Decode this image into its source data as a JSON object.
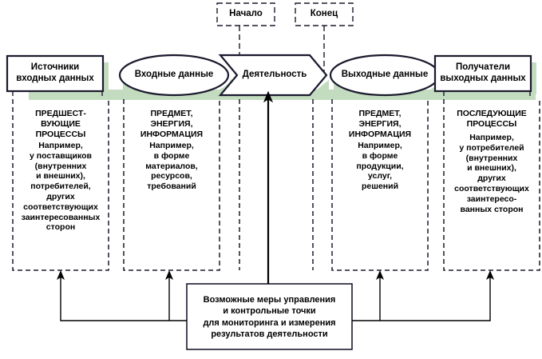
{
  "diagram": {
    "title": "Process model diagram",
    "colors": {
      "stroke": "#1a1a2e",
      "thin_stroke": "#000000",
      "shadow_green": "#c3dcc0",
      "background": "#ffffff"
    },
    "terminals": [
      {
        "id": "start",
        "label": "Начало"
      },
      {
        "id": "end",
        "label": "Конец"
      }
    ],
    "top_row": [
      {
        "id": "input-sources",
        "shape": "rect",
        "label": "Источники\nвходных данных"
      },
      {
        "id": "inputs",
        "shape": "ellipse",
        "label": "Входные данные"
      },
      {
        "id": "activity",
        "shape": "chevron",
        "label": "Деятельность"
      },
      {
        "id": "outputs",
        "shape": "ellipse",
        "label": "Выходные данные"
      },
      {
        "id": "output-receivers",
        "shape": "rect",
        "label": "Получатели\nвыходных данных"
      }
    ],
    "columns": [
      {
        "id": "preceding-processes",
        "heading": "ПРЕДШЕСТ-\nВУЮЩИЕ\nПРОЦЕССЫ",
        "body": "Например,\nу поставщиков\n(внутренних\nи внешних),\nпотребителей,\nдругих\nсоответствующих\nзаинтересованных\nсторон"
      },
      {
        "id": "input-matter",
        "heading": "ПРЕДМЕТ,\nЭНЕРГИЯ,\nИНФОРМАЦИЯ",
        "body": "Например,\nв форме\nматериалов,\nресурсов,\nтребований"
      },
      {
        "id": "output-matter",
        "heading": "ПРЕДМЕТ,\nЭНЕРГИЯ,\nИНФОРМАЦИЯ",
        "body": "Например,\nв форме\nпродукции,\nуслуг,\nрешений"
      },
      {
        "id": "subsequent-processes",
        "heading": "ПОСЛЕДУЮЩИЕ\nПРОЦЕССЫ",
        "body": "Например,\nу потребителей\n(внутренних\nи внешних),\nдругих\nсоответствующих\nзаинтересо-\nванных сторон"
      }
    ],
    "control_box": {
      "id": "control-measures",
      "label": "Возможные меры управления\nи контрольные точки\nдля мониторинга и измерения\nрезультатов деятельности"
    }
  }
}
